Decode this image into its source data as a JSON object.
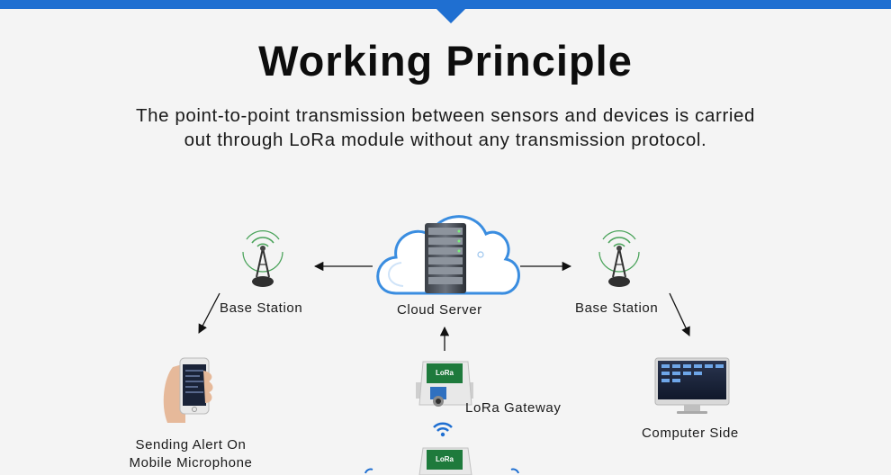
{
  "header": {
    "title": "Working Principle",
    "subtitle_line1": "The point-to-point transmission between sensors and devices is carried",
    "subtitle_line2": "out through LoRa module without any transmission protocol."
  },
  "colors": {
    "accent": "#1f6fd1",
    "cloud_stroke": "#3a8de0",
    "wifi": "#1f6fd1",
    "device_green": "#1e7a3c",
    "background": "#f4f4f4"
  },
  "nodes": {
    "cloud_server": {
      "label": "Cloud Server",
      "icon": "cloud-server-icon"
    },
    "base_station_left": {
      "label": "Base Station",
      "icon": "antenna-tower-icon"
    },
    "base_station_right": {
      "label": "Base Station",
      "icon": "antenna-tower-icon"
    },
    "mobile": {
      "label_line1": "Sending Alert On",
      "label_line2": "Mobile Microphone",
      "icon": "smartphone-icon"
    },
    "computer": {
      "label": "Computer Side",
      "icon": "monitor-icon"
    },
    "gateway": {
      "label": "LoRa Gateway",
      "icon": "lora-gateway-icon",
      "device_text": "LoRa"
    },
    "sensor_node": {
      "icon": "lora-device-icon",
      "device_text": "LoRa"
    }
  }
}
